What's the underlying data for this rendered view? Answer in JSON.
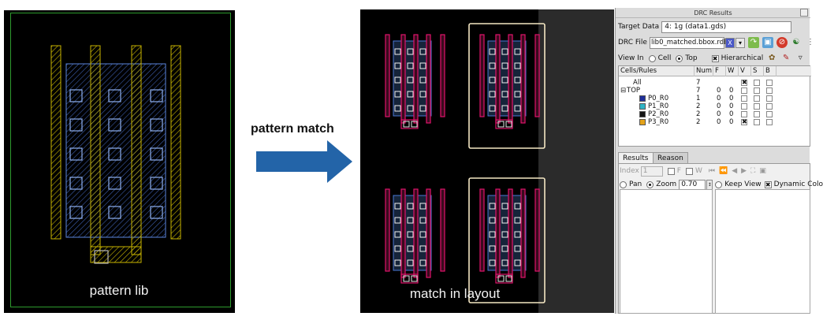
{
  "left_panel": {
    "caption": "pattern lib"
  },
  "arrow": {
    "label": "pattern match"
  },
  "layout_panel": {
    "caption": "match in layout"
  },
  "drc_window": {
    "title": "DRC Results",
    "target_label": "Target Data",
    "target_value": "4: 1g (data1.gds)",
    "drc_file_label": "DRC File",
    "drc_file_value": "lib0_matched.bbox.rdb",
    "drc_file_clear": "X",
    "view_in_label": "View In",
    "view_options": [
      "Cell",
      "Top"
    ],
    "view_selected": "Top",
    "hierarchical_label": "Hierarchical",
    "hierarchical_checked": true,
    "table": {
      "headers": [
        "Cells/Rules",
        "Num",
        "F",
        "W",
        "V",
        "S",
        "B"
      ],
      "rows": [
        {
          "name": "All",
          "num": "7",
          "f": "",
          "w": "",
          "v": true,
          "s": false,
          "b": false,
          "swatch": ""
        },
        {
          "name": "TOP",
          "num": "7",
          "f": "0",
          "w": "0",
          "v": false,
          "s": false,
          "b": false,
          "swatch": ""
        },
        {
          "name": "P0_R0",
          "num": "1",
          "f": "0",
          "w": "0",
          "v": false,
          "s": false,
          "b": false,
          "swatch": "#1f2f9a"
        },
        {
          "name": "P1_R0",
          "num": "2",
          "f": "0",
          "w": "0",
          "v": false,
          "s": false,
          "b": false,
          "swatch": "#2fb4c6"
        },
        {
          "name": "P2_R0",
          "num": "2",
          "f": "0",
          "w": "0",
          "v": false,
          "s": false,
          "b": false,
          "swatch": "#141414"
        },
        {
          "name": "P3_R0",
          "num": "2",
          "f": "0",
          "w": "0",
          "v": true,
          "s": false,
          "b": false,
          "swatch": "#e3a21a"
        }
      ]
    },
    "tabs": [
      "Results",
      "Reason"
    ],
    "active_tab": "Results",
    "index_label": "Index",
    "index_value": "1",
    "index_flags": [
      "F",
      "W"
    ],
    "pan_label": "Pan",
    "zoom_label": "Zoom",
    "zoom_value": "0.70",
    "keep_view_label": "Keep View",
    "dynamic_color_label": "Dynamic Colo",
    "dynamic_color_checked": true
  },
  "colors": {
    "canvas_bg": "#000000",
    "lib_border": "#2e9a2e",
    "poly": "#c8b400",
    "diffusion": "#4a78d6",
    "metal_pink": "#e0136b",
    "match_box": "#f4e7c3",
    "arrow": "#2364a8"
  }
}
